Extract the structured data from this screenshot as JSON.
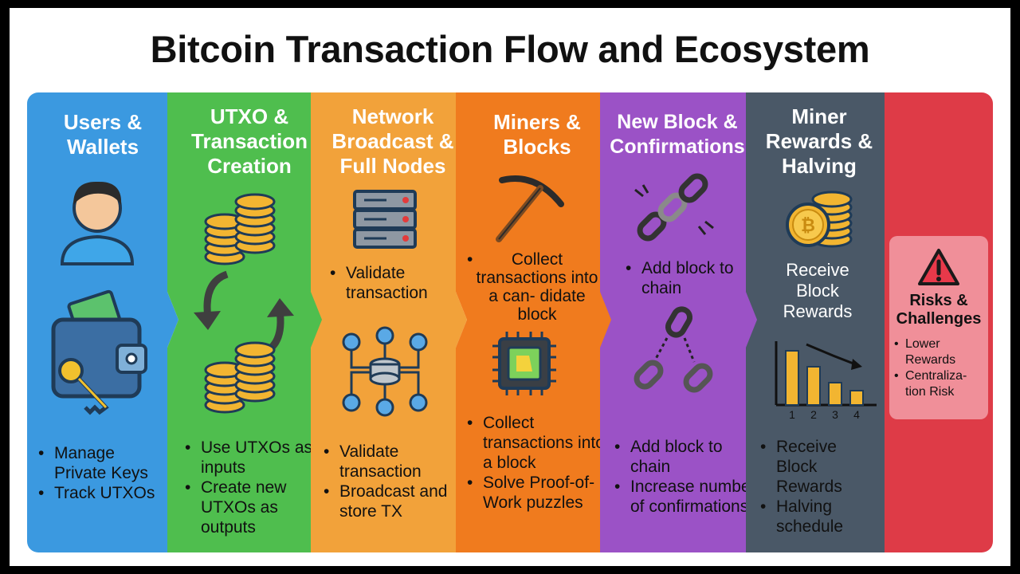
{
  "title": "Bitcoin Transaction Flow and Ecosystem",
  "colors": {
    "users": "#3b99e0",
    "utxo": "#4fbe4e",
    "network": "#f2a23a",
    "miners": "#f07b1e",
    "block": "#9b52c6",
    "rewards": "#4a5867",
    "risks": "#de3b47"
  },
  "stages": [
    {
      "title_lines": [
        "Users &",
        "Wallets"
      ],
      "icons": [
        "user-avatar-icon",
        "wallet-key-icon"
      ],
      "bullets": [
        "Manage Private Keys",
        "Track UTXOs"
      ]
    },
    {
      "title_lines": [
        "UTXO &",
        "Transaction",
        "Creation"
      ],
      "icons": [
        "coin-stack-icon",
        "cycle-arrows-icon",
        "coin-stack-icon"
      ],
      "bullets": [
        "Use UTXOs as inputs",
        "Create new UTXOs as outputs"
      ]
    },
    {
      "title_lines": [
        "Network",
        "Broadcast &",
        "Full Nodes"
      ],
      "icons": [
        "server-icon",
        "network-node-icon"
      ],
      "mid_bullet": "Validate transaction",
      "bullets": [
        "Validate transaction",
        "Broadcast and store TX"
      ]
    },
    {
      "title_lines": [
        "Miners &",
        "Blocks"
      ],
      "icons": [
        "pickaxe-icon",
        "chip-icon"
      ],
      "mid_bullet": "Collect transactions into a can- didate block",
      "bullets": [
        "Collect transactions into a block",
        "Solve Proof-of- Work puzzles"
      ]
    },
    {
      "title_lines": [
        "New Block &",
        "Confirmations"
      ],
      "icons": [
        "chain-link-icon",
        "broken-chain-icon"
      ],
      "mid_bullet": "Add block to chain",
      "bullets": [
        "Add block to chain",
        "Increase number of confirmations"
      ]
    },
    {
      "title_lines": [
        "Miner",
        "Rewards &",
        "Halving"
      ],
      "icons": [
        "bitcoin-coins-icon",
        "halving-bar-chart-icon"
      ],
      "mid_text": "Receive Block Rewards",
      "chart_ticks": [
        "1",
        "2",
        "3",
        "4"
      ],
      "bullets": [
        "Receive Block Rewards",
        "Halving schedule"
      ]
    }
  ],
  "risks": {
    "title": "Risks & Challenges",
    "icon": "warning-icon",
    "bullets": [
      "Lower Rewards",
      "Centraliza- tion Risk"
    ]
  }
}
